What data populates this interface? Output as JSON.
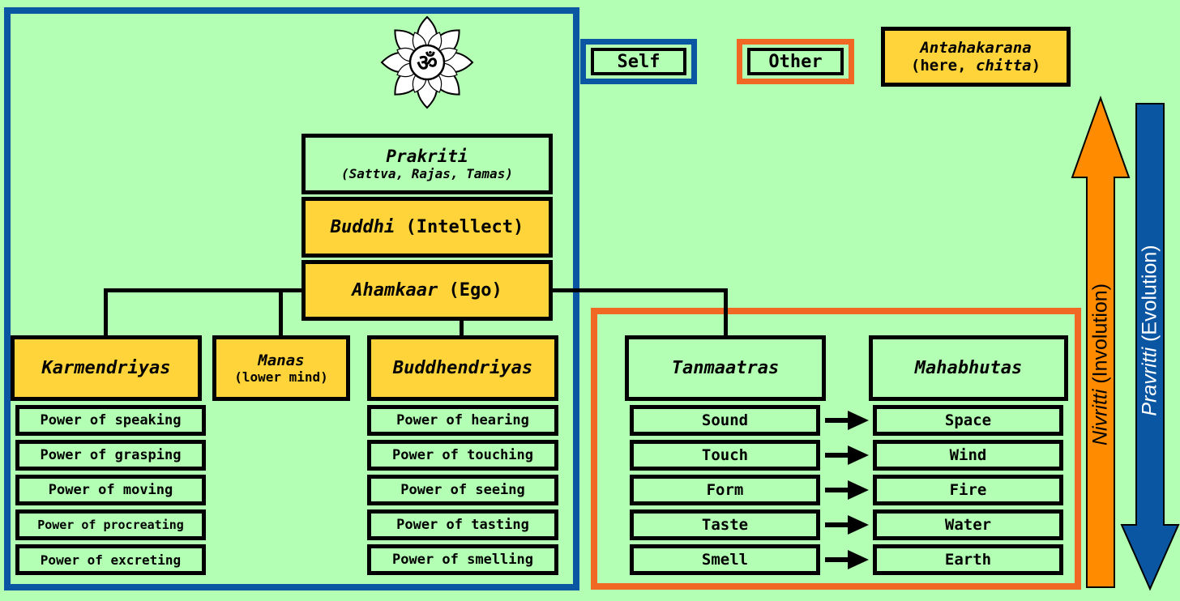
{
  "legend": {
    "self": "Self",
    "other": "Other",
    "antahakarana": "Antahakarana",
    "antahakarana_note_pre": "(here, ",
    "antahakarana_note_em": "chitta",
    "antahakarana_note_post": ")"
  },
  "colors": {
    "background": "#b3ffb3",
    "self_border": "#0a56a3",
    "other_border": "#f06824",
    "antahakarana_fill": "#ffd43b",
    "nivritti_arrow": "#ff8c00",
    "pravritti_arrow": "#0a56a3"
  },
  "icon": {
    "name": "om-lotus-icon",
    "glyph": "ॐ"
  },
  "prakriti": {
    "title": "Prakriti",
    "subtitle": "(Sattva, Rajas, Tamas)"
  },
  "buddhi": {
    "name": "Buddhi",
    "gloss": " (Intellect)"
  },
  "ahamkaar": {
    "name": "Ahamkaar",
    "gloss": " (Ego)"
  },
  "karmendriyas": {
    "title": "Karmendriyas",
    "items": [
      "Power of speaking",
      "Power of grasping",
      "Power of moving",
      "Power of procreating",
      "Power of excreting"
    ]
  },
  "manas": {
    "title": "Manas",
    "subtitle": "(lower mind)"
  },
  "buddhendriyas": {
    "title": "Buddhendriyas",
    "items": [
      "Power of hearing",
      "Power of touching",
      "Power of seeing",
      "Power of tasting",
      "Power of smelling"
    ]
  },
  "tanmaatras": {
    "title": "Tanmaatras",
    "items": [
      "Sound",
      "Touch",
      "Form",
      "Taste",
      "Smell"
    ]
  },
  "mahabhutas": {
    "title": "Mahabhutas",
    "items": [
      "Space",
      "Wind",
      "Fire",
      "Water",
      "Earth"
    ]
  },
  "nivritti": {
    "term": "Nivritti",
    "gloss": " (Involution)"
  },
  "pravritti": {
    "term": "Pravritti",
    "gloss": " (Evolution)"
  }
}
